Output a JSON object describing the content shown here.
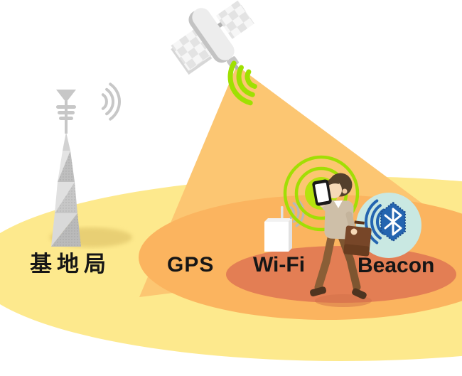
{
  "diagram": {
    "description": "Positioning technology coverage diagram: base station, GPS, Wi-Fi and Beacon zones",
    "labels": {
      "base_station": "基地局",
      "gps": "GPS",
      "wifi": "Wi-Fi",
      "beacon": "Beacon"
    },
    "icons": {
      "satellite": "gps-satellite-icon",
      "tower": "cell-tower-icon",
      "router": "wifi-router-icon",
      "phone": "smartphone-icon",
      "beacon": "bluetooth-beacon-icon",
      "person": "walking-person-figure"
    },
    "palette": {
      "zone_yellow": "#FDE98D",
      "zone_cone_orange": "#FCC672",
      "zone_gps_orange": "#FBB45F",
      "zone_wifi_dark_orange": "#E37E54",
      "signal_green": "#A2DE04",
      "beacon_teal": "#C9E8E2",
      "bluetooth_blue": "#2465B0",
      "gray_icon": "#C7C7C7",
      "label_text": "#161616"
    }
  }
}
